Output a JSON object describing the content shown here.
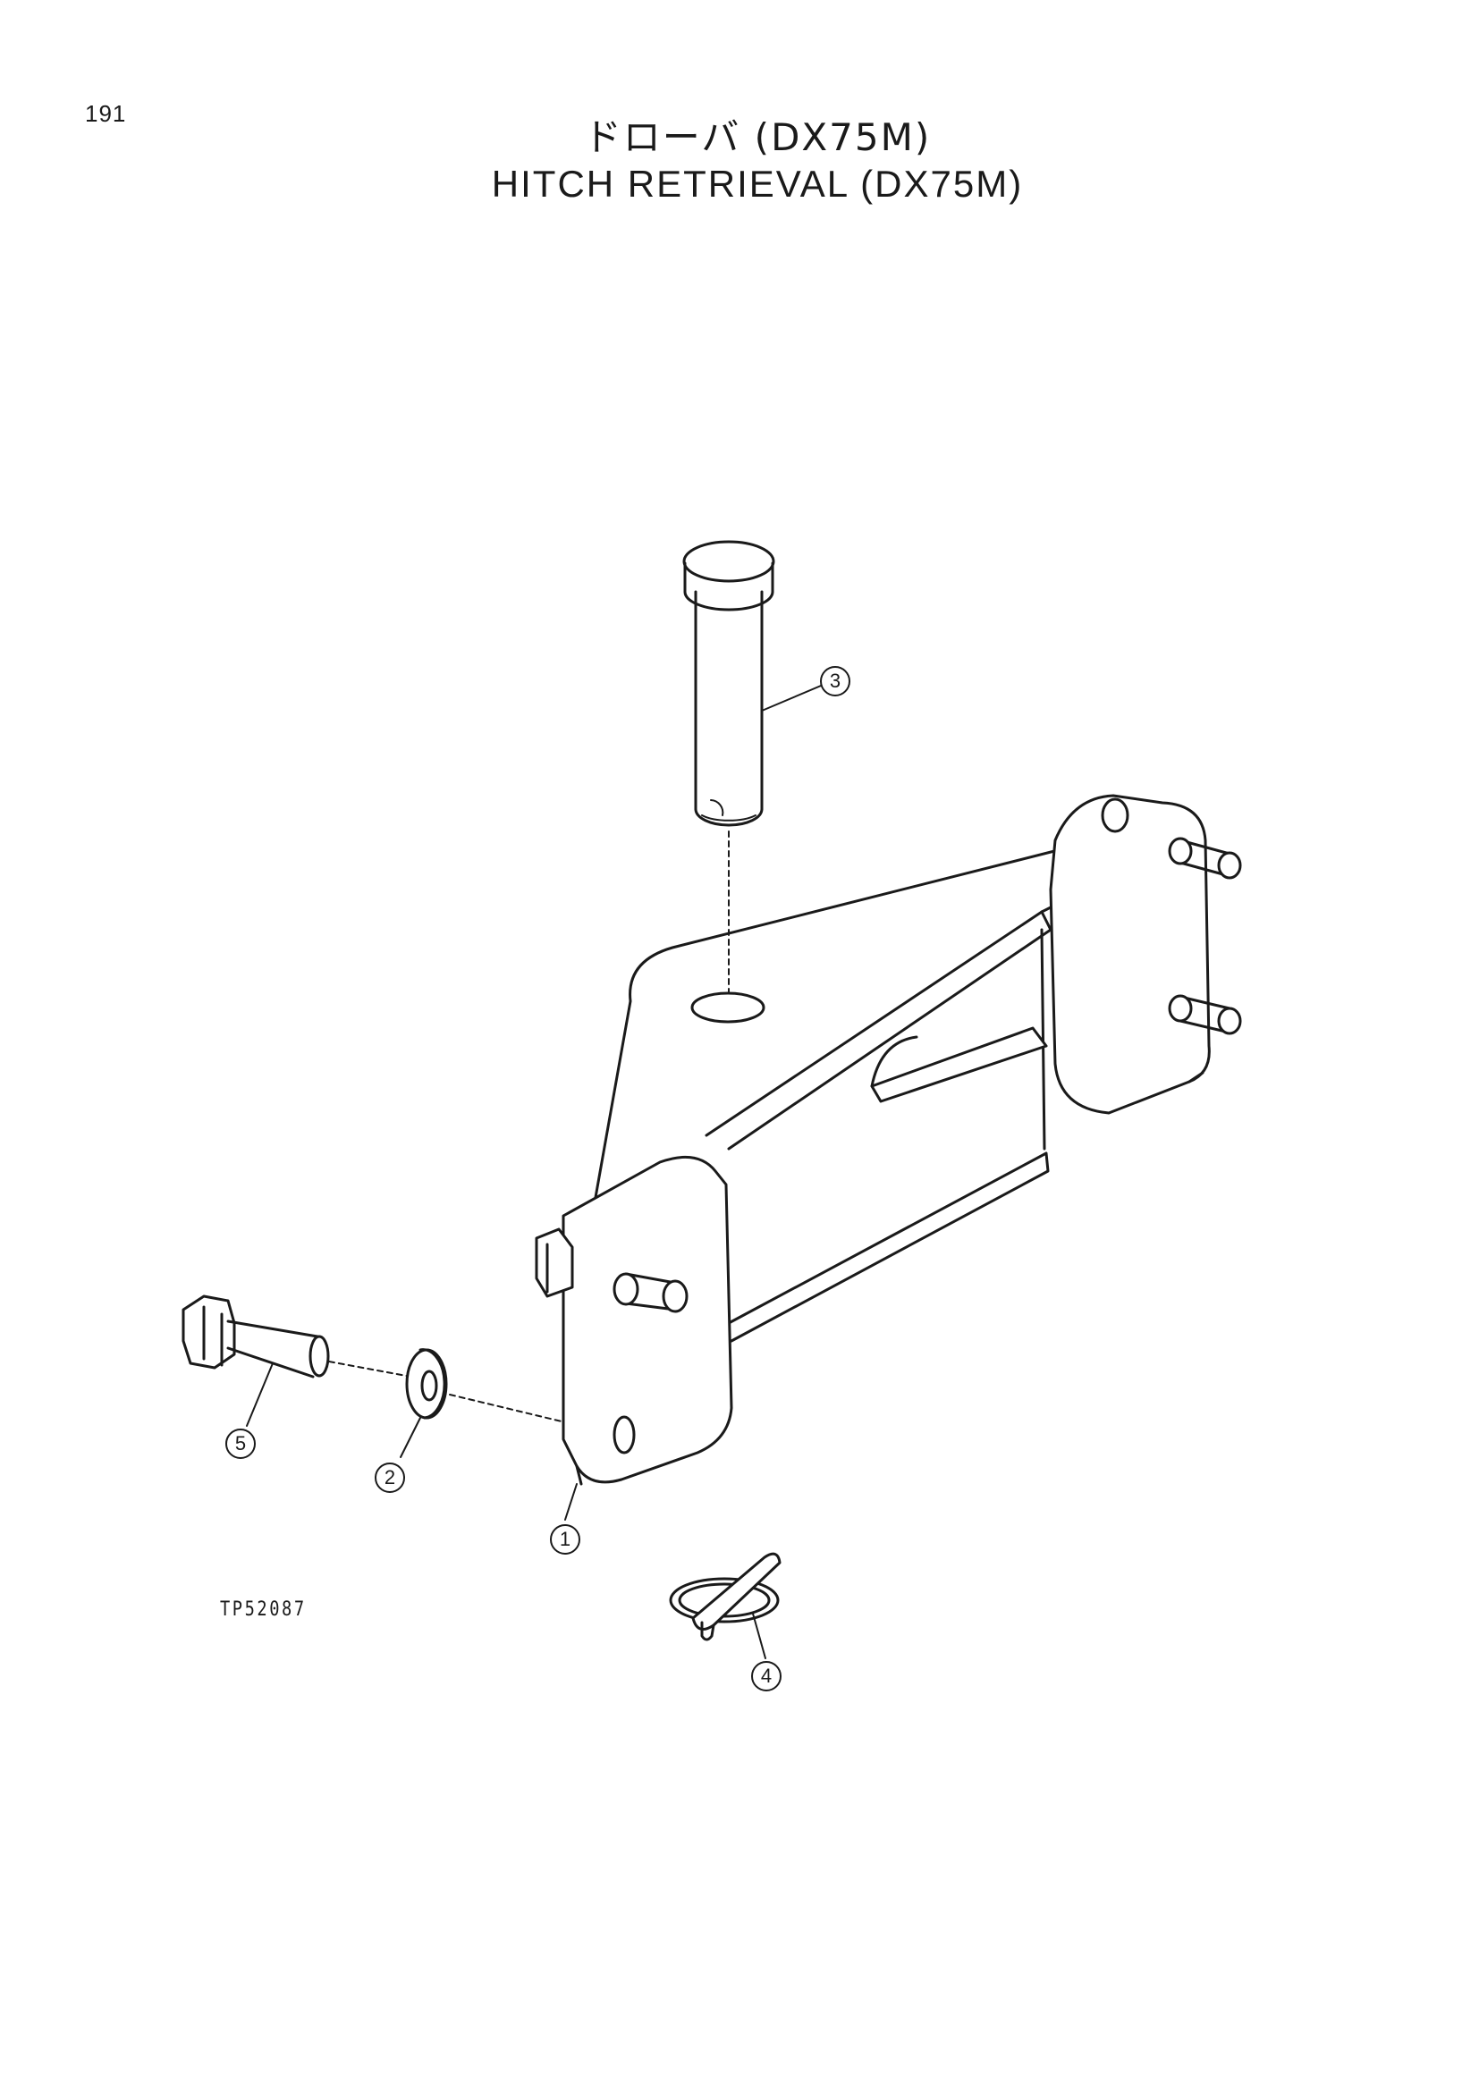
{
  "page": {
    "number": "191"
  },
  "title": {
    "japanese": "ドローバ (DX75M)",
    "english": "HITCH RETRIEVAL (DX75M)"
  },
  "drawing_code": "TP52087",
  "callouts": [
    {
      "id": "callout-1",
      "label": "1"
    },
    {
      "id": "callout-2",
      "label": "2"
    },
    {
      "id": "callout-3",
      "label": "3"
    },
    {
      "id": "callout-4",
      "label": "4"
    },
    {
      "id": "callout-5",
      "label": "5"
    }
  ],
  "colors": {
    "line": "#1a1a1a",
    "background": "#ffffff"
  }
}
